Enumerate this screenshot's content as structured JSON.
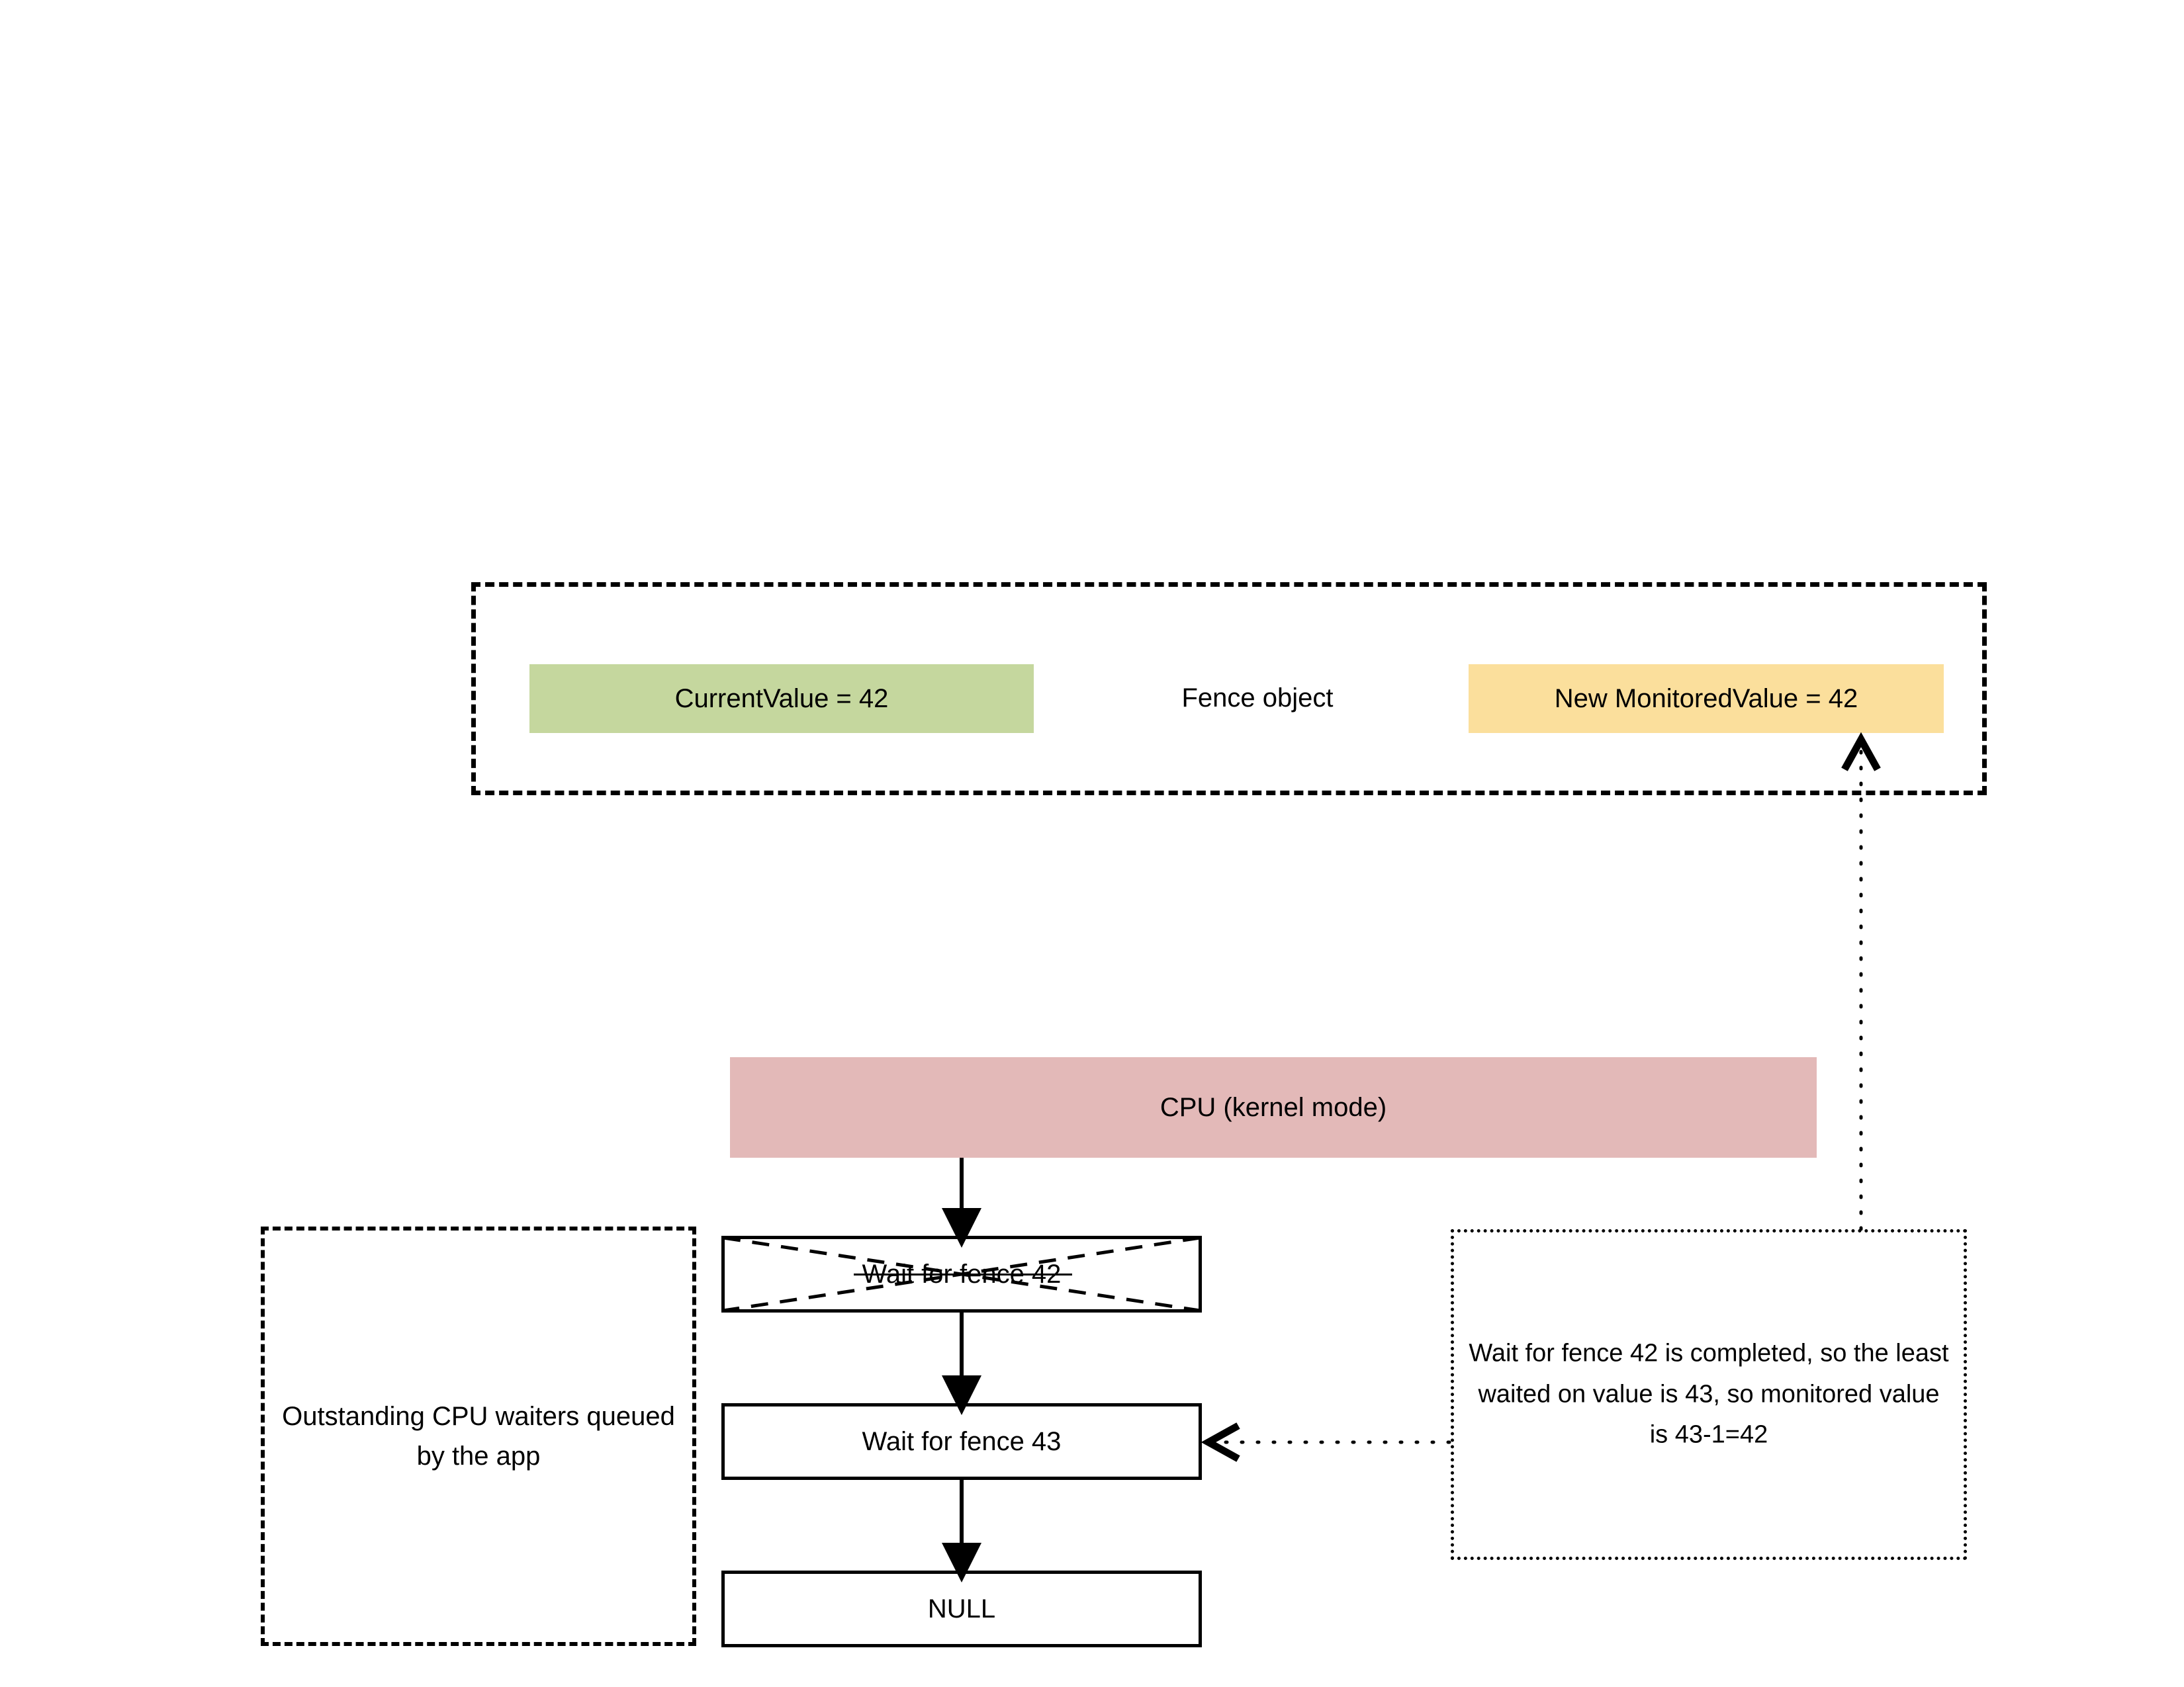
{
  "diagram": {
    "title": "Fence object CPU waiter queue",
    "colors": {
      "current_value_fill": "#C5D79E",
      "monitored_value_fill": "#FBDF9C",
      "cpu_bar_fill": "#E3B9B8",
      "stroke": "#000000",
      "background": "#FFFFFF"
    },
    "fence_object": {
      "label": "Fence object",
      "current_value": "CurrentValue = 42",
      "monitored_value": "New MonitoredValue = 42"
    },
    "cpu": {
      "label": "CPU (kernel mode)"
    },
    "waiter_queue": {
      "group_label": "Outstanding CPU waiters queued by the app",
      "nodes": [
        {
          "label": "Wait for fence 42",
          "state": "crossed-out"
        },
        {
          "label": "Wait for fence 43",
          "state": "active"
        },
        {
          "label": "NULL",
          "state": "terminator"
        }
      ]
    },
    "explanation": {
      "text": "Wait for fence 42 is completed, so the least waited on value is 43, so monitored value is 43-1=42"
    },
    "connectors": [
      {
        "from": "cpu-bar",
        "to": "wait-42-box",
        "style": "solid",
        "arrow": "filled"
      },
      {
        "from": "wait-42-box",
        "to": "wait-43-box",
        "style": "solid",
        "arrow": "filled"
      },
      {
        "from": "wait-43-box",
        "to": "null-box",
        "style": "solid",
        "arrow": "filled"
      },
      {
        "from": "explanation-box",
        "to": "wait-43-box",
        "style": "dotted",
        "arrow": "open"
      },
      {
        "from": "explanation-box",
        "to": "monitored-value-box",
        "style": "dotted",
        "arrow": "open"
      }
    ]
  }
}
